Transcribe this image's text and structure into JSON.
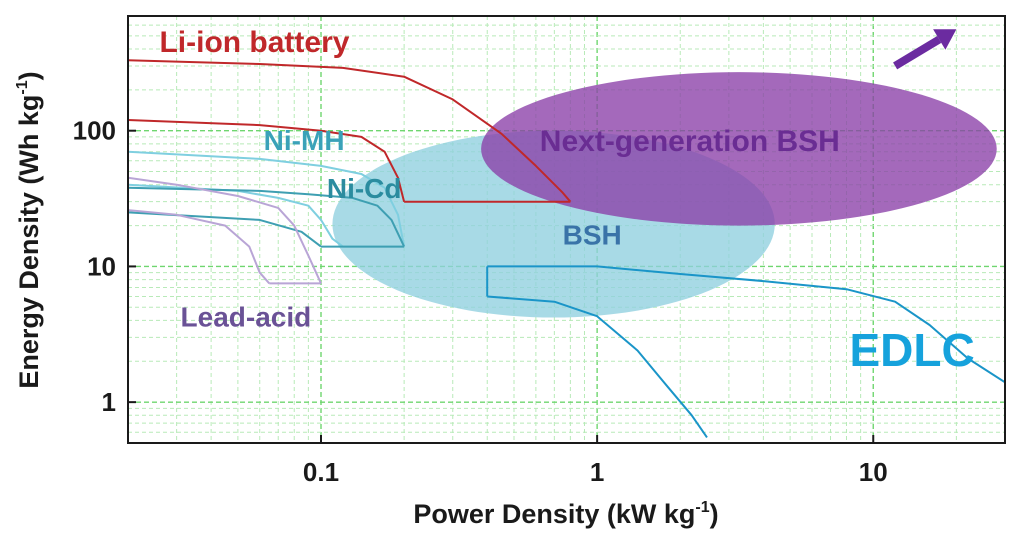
{
  "chart_data": {
    "type": "line",
    "x_scale": "log",
    "y_scale": "log",
    "xlim": [
      0.02,
      30
    ],
    "ylim": [
      0.5,
      700
    ],
    "grid": true,
    "x_ticks": [
      {
        "value": 0.1,
        "label": "0.1"
      },
      {
        "value": 1,
        "label": "1"
      },
      {
        "value": 10,
        "label": "10"
      }
    ],
    "y_ticks": [
      {
        "value": 1,
        "label": "1"
      },
      {
        "value": 10,
        "label": "10"
      },
      {
        "value": 100,
        "label": "100"
      }
    ],
    "xlabel": {
      "main": "Power Density (kW kg",
      "sup": "-1",
      "close": ")"
    },
    "ylabel": {
      "main": "Energy Density (Wh kg",
      "sup": "-1",
      "close": ")"
    },
    "regions": [
      {
        "name": "BSH",
        "x_range": [
          0.11,
          4.4
        ],
        "y_range": [
          4.2,
          100
        ],
        "color": "#8fd0df",
        "opacity": 0.78
      },
      {
        "name": "Next-generation BSH",
        "x_range": [
          0.38,
          28
        ],
        "y_range": [
          20,
          270
        ],
        "color": "#8a3fa8",
        "opacity": 0.78
      }
    ],
    "series": [
      {
        "label": "Li-ion battery",
        "color": "#c0282a",
        "label_color": "#c0282a",
        "label_size": 30,
        "label_at": [
          0.026,
          380
        ],
        "upper": [
          [
            0.02,
            330
          ],
          [
            0.06,
            310
          ],
          [
            0.12,
            290
          ],
          [
            0.2,
            250
          ],
          [
            0.3,
            170
          ],
          [
            0.45,
            95
          ],
          [
            0.6,
            55
          ],
          [
            0.75,
            35
          ],
          [
            0.8,
            30
          ]
        ],
        "lower": [
          [
            0.02,
            120
          ],
          [
            0.06,
            110
          ],
          [
            0.1,
            100
          ],
          [
            0.14,
            90
          ],
          [
            0.17,
            70
          ],
          [
            0.19,
            45
          ],
          [
            0.2,
            30
          ]
        ],
        "close": [
          [
            0.2,
            30
          ],
          [
            0.8,
            30
          ]
        ]
      },
      {
        "label": "Ni-MH",
        "color": "#7fcfe0",
        "label_color": "#3aa2b8",
        "label_size": 28,
        "label_at": [
          0.062,
          72
        ],
        "upper": [
          [
            0.02,
            70
          ],
          [
            0.06,
            62
          ],
          [
            0.1,
            55
          ],
          [
            0.14,
            48
          ],
          [
            0.17,
            38
          ],
          [
            0.19,
            24
          ],
          [
            0.2,
            14
          ]
        ],
        "lower": [
          [
            0.02,
            40
          ],
          [
            0.05,
            36
          ],
          [
            0.07,
            32
          ],
          [
            0.09,
            28
          ],
          [
            0.1,
            22
          ],
          [
            0.11,
            16
          ],
          [
            0.12,
            14
          ]
        ],
        "close": [
          [
            0.12,
            14
          ],
          [
            0.2,
            14
          ]
        ]
      },
      {
        "label": "Ni-Cd",
        "color": "#3e9fb2",
        "label_color": "#2b8c9f",
        "label_size": 28,
        "label_at": [
          0.105,
          32
        ],
        "upper": [
          [
            0.02,
            38
          ],
          [
            0.06,
            36
          ],
          [
            0.09,
            34
          ],
          [
            0.13,
            32
          ],
          [
            0.16,
            28
          ],
          [
            0.18,
            22
          ],
          [
            0.2,
            14
          ]
        ],
        "lower": [
          [
            0.02,
            25
          ],
          [
            0.06,
            22
          ],
          [
            0.085,
            18
          ],
          [
            0.1,
            14
          ]
        ],
        "close": [
          [
            0.1,
            14
          ],
          [
            0.2,
            14
          ]
        ]
      },
      {
        "label": "Lead-acid",
        "color": "#b9a5d6",
        "label_color": "#6a5296",
        "label_size": 28,
        "label_at": [
          0.031,
          3.6
        ],
        "upper": [
          [
            0.02,
            45
          ],
          [
            0.03,
            40
          ],
          [
            0.05,
            33
          ],
          [
            0.07,
            27
          ],
          [
            0.08,
            20
          ],
          [
            0.09,
            12
          ],
          [
            0.1,
            7.5
          ]
        ],
        "lower": [
          [
            0.02,
            26
          ],
          [
            0.03,
            24
          ],
          [
            0.045,
            20
          ],
          [
            0.055,
            14
          ],
          [
            0.06,
            9
          ],
          [
            0.065,
            7.5
          ]
        ],
        "close": [
          [
            0.065,
            7.5
          ],
          [
            0.1,
            7.5
          ]
        ]
      },
      {
        "label": "EDLC",
        "color": "#1a95c8",
        "label_color": "#16a2dc",
        "label_size": 46,
        "label_at": [
          8.2,
          1.85
        ],
        "upper": [
          [
            0.4,
            10
          ],
          [
            1,
            10
          ],
          [
            2,
            8.8
          ],
          [
            4,
            7.8
          ],
          [
            8,
            6.8
          ],
          [
            12,
            5.5
          ],
          [
            16,
            3.7
          ],
          [
            22,
            2.1
          ],
          [
            30,
            1.4
          ]
        ],
        "lower": [
          [
            0.4,
            6
          ],
          [
            0.7,
            5.5
          ],
          [
            1,
            4.3
          ],
          [
            1.4,
            2.4
          ],
          [
            1.8,
            1.3
          ],
          [
            2.2,
            0.8
          ],
          [
            2.5,
            0.55
          ]
        ],
        "close": [
          [
            0.4,
            6
          ],
          [
            0.4,
            10
          ]
        ]
      }
    ],
    "region_labels": [
      {
        "text": "Next-generation BSH",
        "color": "#6a2d93",
        "size": 30,
        "at": [
          0.62,
          71
        ]
      },
      {
        "text": "BSH",
        "color": "#3a73a8",
        "size": 28,
        "at": [
          0.75,
          14.5
        ]
      }
    ],
    "arrow": {
      "color": "#6b2ba0",
      "from": [
        12,
        300
      ],
      "to": [
        20,
        560
      ]
    }
  }
}
